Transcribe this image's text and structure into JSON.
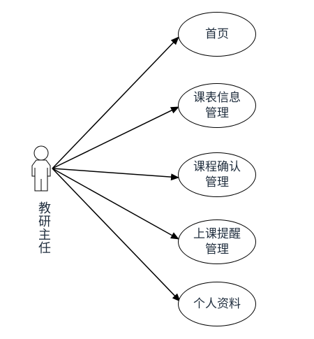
{
  "actor": {
    "label": "教研主任"
  },
  "usecases": [
    {
      "label": "首页"
    },
    {
      "label": "课表信息管理"
    },
    {
      "label": "课程确认管理"
    },
    {
      "label": "上课提醒管理"
    },
    {
      "label": "个人资料"
    }
  ],
  "colors": {
    "line": "#000000",
    "text": "#1f2d3d"
  }
}
